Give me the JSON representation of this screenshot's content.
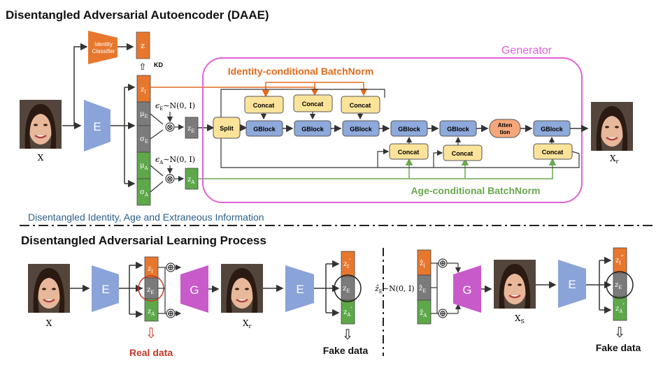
{
  "titles": {
    "main": "Disentangled Adversarial Autoencoder (DAAE)",
    "info": "Disentangled Identity, Age and Extraneous Information",
    "process": "Disentangled Adversarial Learning Process"
  },
  "top": {
    "identity_classifier": [
      "Identity",
      "Classifier"
    ],
    "z": "z",
    "kd": "KD",
    "encoder": "E",
    "x": "X",
    "xr": "X",
    "xr_sub": "r",
    "latent": {
      "zI": "z",
      "zI_sub": "I",
      "muE": "μ",
      "muE_sub": "E",
      "sigmaE": "σ",
      "sigmaE_sub": "E",
      "muA": "μ",
      "muA_sub": "A",
      "sigmaA": "σ",
      "sigmaA_sub": "A"
    },
    "eps_E": "ϵ",
    "eps_E_sub": "E",
    "eps_E_rest": "∼N(0, I)",
    "eps_A": "ϵ",
    "eps_A_sub": "A",
    "eps_A_rest": "∼N(0, I)",
    "zE": "z",
    "zE_sub": "E",
    "zA": "z",
    "zA_sub": "A",
    "otimes": "⊗",
    "generator": "Generator",
    "identity_bn": "Identity-conditional BatchNorm",
    "age_bn": "Age-conditional BatchNorm",
    "split": "Split",
    "concat": "Concat",
    "gblock": "GBlock",
    "attention": [
      "Atten",
      "tion"
    ]
  },
  "bottom": {
    "encoder": "E",
    "generator": "G",
    "x": "X",
    "xr": "X",
    "xr_sub": "r",
    "xs": "X",
    "xs_sub": "S",
    "zI": "z",
    "zI_sub": "I",
    "zE": "z",
    "zE_sub": "E",
    "zA": "z",
    "zA_sub": "A",
    "prime": "′",
    "dprime": "″",
    "zhat_I": "ẑ",
    "zhat_E": "ẑ",
    "zhat_A": "ẑ",
    "zhat_E_dist": "∼N(0, I)",
    "oplus": "⊕",
    "real": "Real data",
    "fake": "Fake data",
    "arrow_down": "⇩"
  },
  "colors": {
    "orange": "#e8772e",
    "grey": "#7b7b7b",
    "green": "#5ea84a",
    "encoder": "#8aa3d8",
    "generator_box": "#e062d6",
    "gen_g": "#c85ac9",
    "concat": "#fce39a",
    "gblock": "#8ea9db",
    "attention": "#f4a77a",
    "identity_bn": "#e26a1c",
    "age_bn": "#6aa84f",
    "real": "#c0392b",
    "info": "#2e5f8a"
  }
}
